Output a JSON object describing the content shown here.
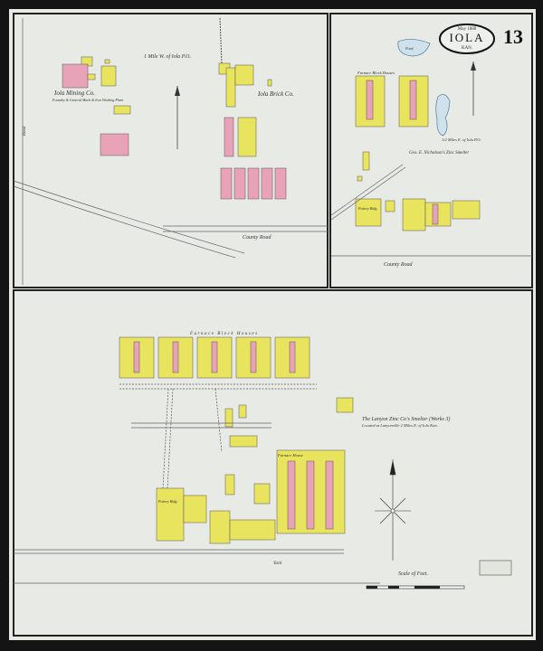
{
  "header": {
    "date": "May 1888",
    "city": "IOLA",
    "state": "KAN.",
    "sheet_number": "13"
  },
  "top_left": {
    "location_note": "1 Mile W. of Iola P.O.",
    "mining_co": "Iola Mining Co.",
    "mining_co_sub": "Foundry & General Mach & Iron Working Plant",
    "brick_co": "Iola Brick Co.",
    "road_label": "Road",
    "county_road": "County Road"
  },
  "top_right": {
    "pond": "Pond",
    "furnace_block_houses": "Furnace Block Houses",
    "location_note": "1/2 Miles E. of Iola P.O.",
    "smelter_title": "Geo. E. Nicholson's Zinc Smelter",
    "pottery": "Pottery Bldg.",
    "county_road": "County Road"
  },
  "bottom": {
    "furnace_block_houses": "Furnace Block Houses",
    "smelter_title": "The Lanyon Zinc Co's Smelter (Works 3)",
    "smelter_location": "Located at Lanyonville 2 Miles E. of Iola Kan.",
    "furnace_house": "Furnace House",
    "pottery": "Pottery Bldg.",
    "yard": "Yard",
    "scale_label": "Scale of Feet."
  },
  "colors": {
    "paper": "#e8eae5",
    "brick": "#e9a3b9",
    "frame": "#e8e45e",
    "water": "#cfe2ec",
    "border": "#141414"
  }
}
